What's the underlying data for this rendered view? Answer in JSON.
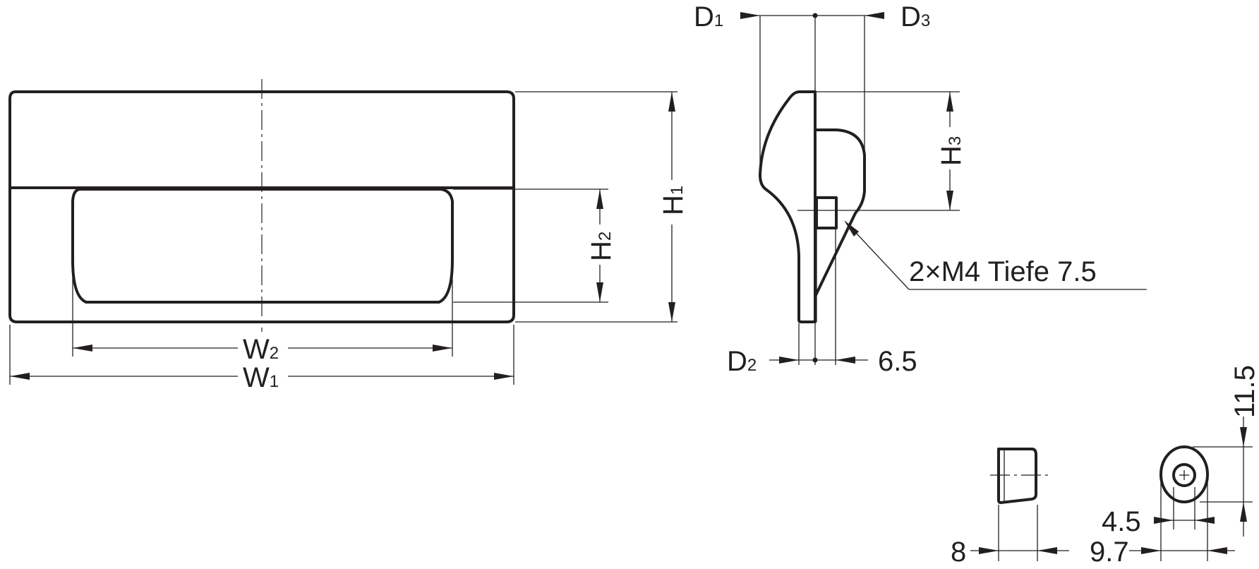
{
  "front_view": {
    "w1": {
      "main": "W",
      "sub": "1"
    },
    "w2": {
      "main": "W",
      "sub": "2"
    },
    "h1": {
      "main": "H",
      "sub": "1"
    },
    "h2": {
      "main": "H",
      "sub": "2"
    }
  },
  "side_view": {
    "d1": {
      "main": "D",
      "sub": "1"
    },
    "d2": {
      "main": "D",
      "sub": "2"
    },
    "d3": {
      "main": "D",
      "sub": "3"
    },
    "h3": {
      "main": "H",
      "sub": "3"
    },
    "width_65": "6.5",
    "thread_note": "2×M4 Tiefe 7.5"
  },
  "detail_views": {
    "dim_8": "8",
    "dim_45": "4.5",
    "dim_97": "9.7",
    "dim_115": "11.5"
  }
}
